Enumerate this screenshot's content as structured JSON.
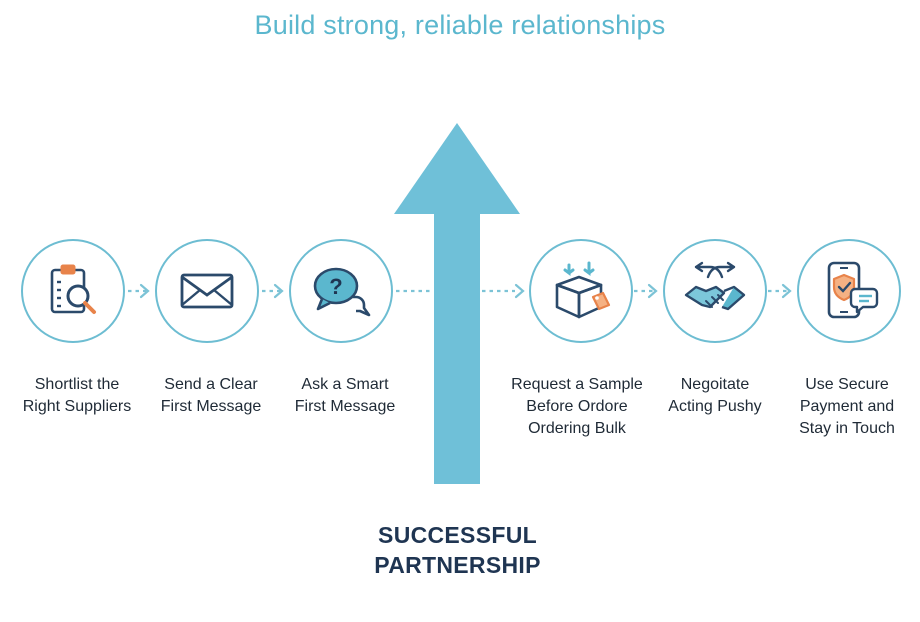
{
  "subtitle": "Build strong, reliable relationships",
  "colors": {
    "arrow": "#6fc0d8",
    "circle_border": "#6dbdd2",
    "icon_dark": "#2b4a6b",
    "icon_accent": "#e8834a",
    "title": "#1f3552",
    "subtitle": "#5bb7ce"
  },
  "steps": [
    {
      "icon": "clipboard-search-icon",
      "line1": "Shortlist the",
      "line2": "Right Suppliers",
      "line3": ""
    },
    {
      "icon": "envelope-icon",
      "line1": "Send a Clear",
      "line2": "First Message",
      "line3": ""
    },
    {
      "icon": "question-chat-icon",
      "line1": "Ask a Smart",
      "line2": "First Message",
      "line3": ""
    },
    {
      "icon": "sample-box-icon",
      "line1": "Request a Sample",
      "line2": "Before Ordore",
      "line3": "Ordering Bulk"
    },
    {
      "icon": "handshake-icon",
      "line1": "Negoitate",
      "line2": "Acting Pushy",
      "line3": ""
    },
    {
      "icon": "secure-phone-icon",
      "line1": "Use Secure",
      "line2": "Payment and",
      "line3": "Stay in Touch"
    }
  ],
  "final": {
    "line1": "SUCCESSFUL",
    "line2": "PARTNERSHIP"
  }
}
